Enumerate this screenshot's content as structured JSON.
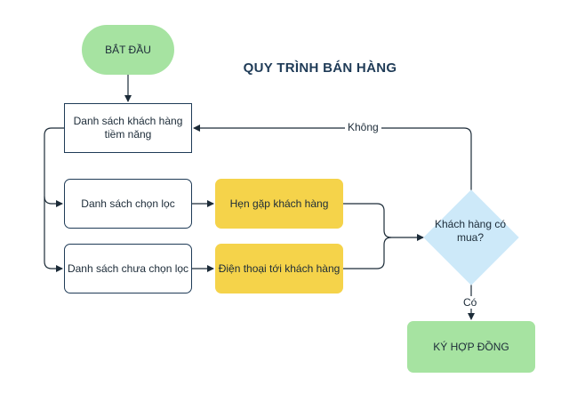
{
  "title": "QUY TRÌNH BÁN HÀNG",
  "nodes": {
    "start": "BẮT ĐẦU",
    "prospects": "Danh sách khách hàng tiềm năng",
    "selected": "Danh sách chọn lọc",
    "unselected": "Danh sách chưa chọn lọc",
    "meet": "Hẹn gặp khách hàng",
    "call": "Điện thoại tới khách hàng",
    "decision": "Khách hàng có mua?",
    "end": "KÝ HỢP ĐỒNG"
  },
  "edges": {
    "no": "Không",
    "yes": "Có"
  },
  "colors": {
    "terminal": "#a6e3a1",
    "action": "#f5d34a",
    "decision": "#cde9f9",
    "outline": "#1f3b57"
  }
}
